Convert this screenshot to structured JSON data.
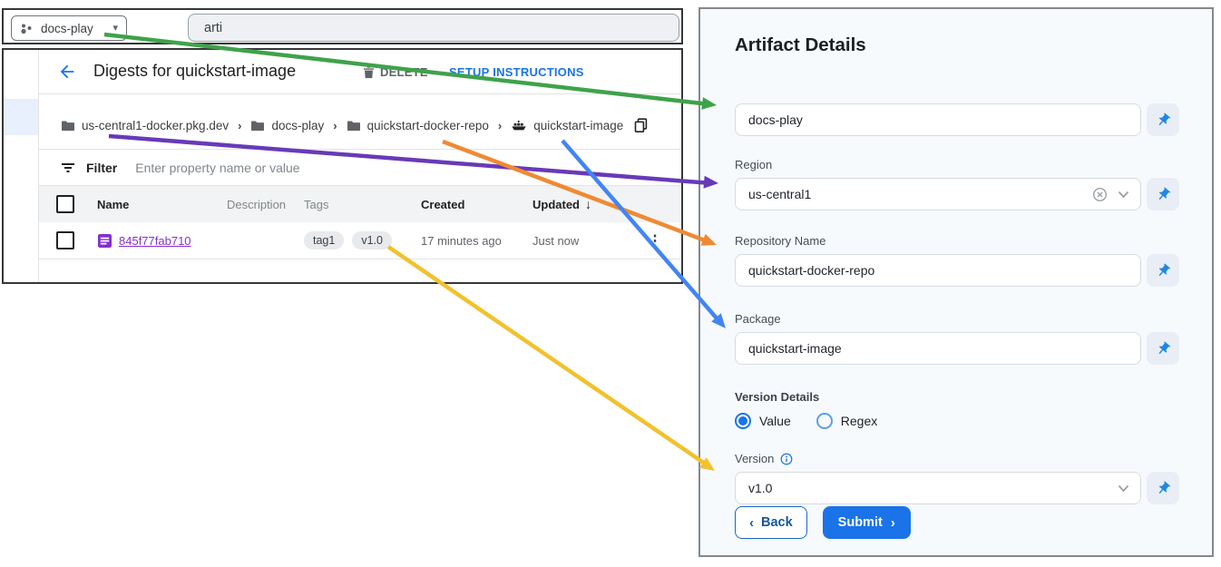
{
  "colors": {
    "arrow_green": "#3fa24b",
    "arrow_purple": "#673ab7",
    "arrow_orange": "#ef8a33",
    "arrow_blue": "#4285f4",
    "arrow_yellow": "#f2c12e",
    "accent_blue": "#1a73e8",
    "link_purple": "#8430ce"
  },
  "glyphs": {
    "caret_down": "▾",
    "breadcrumb_sep": "›",
    "sort_desc": "↓",
    "overflow_menu": "⋮",
    "chevron_left": "‹",
    "chevron_right": "›"
  },
  "console": {
    "project_selector": "docs-play",
    "search_value": "arti",
    "page_title": "Digests for quickstart-image",
    "delete_button": "DELETE",
    "setup_button": "SETUP INSTRUCTIONS",
    "breadcrumb": {
      "host": "us-central1-docker.pkg.dev",
      "project": "docs-play",
      "repository": "quickstart-docker-repo",
      "package": "quickstart-image"
    },
    "filter_label": "Filter",
    "filter_placeholder": "Enter property name or value",
    "table": {
      "columns": [
        "Name",
        "Description",
        "Tags",
        "Created",
        "Updated"
      ],
      "rows": [
        {
          "name": "845f77fab710",
          "description": "",
          "tags": [
            "tag1",
            "v1.0"
          ],
          "created": "17 minutes ago",
          "updated": "Just now"
        }
      ]
    }
  },
  "form": {
    "title": "Artifact Details",
    "project_value": "docs-play",
    "region_label": "Region",
    "region_value": "us-central1",
    "repo_label": "Repository Name",
    "repo_value": "quickstart-docker-repo",
    "package_label": "Package",
    "package_value": "quickstart-image",
    "version_details_label": "Version Details",
    "radio_value_label": "Value",
    "radio_regex_label": "Regex",
    "version_label": "Version",
    "version_value": "v1.0",
    "back_button": "Back",
    "submit_button": "Submit"
  }
}
